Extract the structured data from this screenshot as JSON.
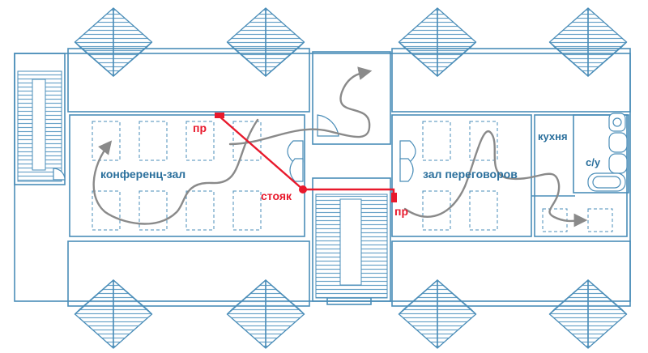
{
  "colors": {
    "wall": "#4a8db8",
    "hatch": "#6aa3c8",
    "room_text": "#2a6f9c",
    "pipe": "#e8192c",
    "arrow": "#8a8a8a",
    "background": "#ffffff"
  },
  "labels": {
    "conference_hall": "конференц-зал",
    "meeting_hall": "зал переговоров",
    "kitchen": "кухня",
    "wc": "с/у",
    "riser": "стояк",
    "outlet_left": "пр",
    "outlet_right": "пр"
  }
}
